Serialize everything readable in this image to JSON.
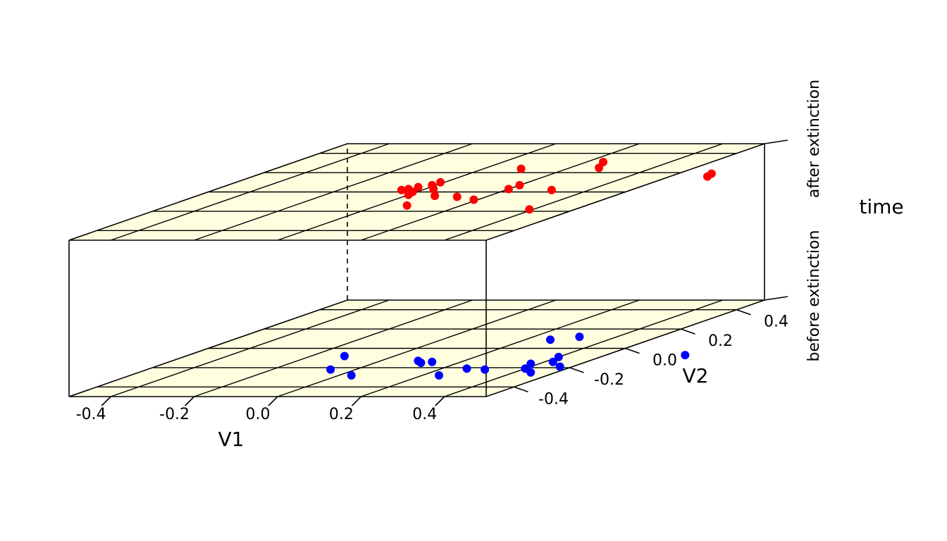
{
  "chart_data": {
    "type": "scatter",
    "title": "",
    "x_axis": {
      "label": "V1",
      "range": [
        -0.5,
        0.5
      ],
      "ticks": [
        -0.4,
        -0.2,
        0.0,
        0.2,
        0.4
      ],
      "tick_labels": [
        "-0.4",
        "-0.2",
        "0.0",
        "0.2",
        "0.4"
      ]
    },
    "y_axis": {
      "label": "V2",
      "range": [
        -0.5,
        0.5
      ],
      "ticks": [
        -0.4,
        -0.2,
        0.0,
        0.2,
        0.4
      ],
      "tick_labels": [
        "-0.4",
        "-0.2",
        "0.0",
        "0.2",
        "0.4"
      ]
    },
    "z_axis": {
      "label": "time",
      "levels": [
        "before extinction",
        "after extinction"
      ]
    },
    "plane_fill_color": "#ffffe0",
    "grid": true,
    "series": [
      {
        "level": "before extinction",
        "color": "#0000ff",
        "points": [
          {
            "x": -0.12,
            "y": -0.08
          },
          {
            "x": -0.06,
            "y": -0.22
          },
          {
            "x": 0.03,
            "y": -0.28
          },
          {
            "x": 0.09,
            "y": -0.13
          },
          {
            "x": 0.11,
            "y": -0.15
          },
          {
            "x": 0.13,
            "y": -0.14
          },
          {
            "x": 0.24,
            "y": -0.28
          },
          {
            "x": 0.26,
            "y": -0.21
          },
          {
            "x": 0.31,
            "y": -0.22
          },
          {
            "x": 0.26,
            "y": 0.09
          },
          {
            "x": 0.31,
            "y": 0.12
          },
          {
            "x": 0.38,
            "y": -0.16
          },
          {
            "x": 0.4,
            "y": -0.21
          },
          {
            "x": 0.4,
            "y": -0.09
          },
          {
            "x": 0.42,
            "y": -0.14
          },
          {
            "x": 0.44,
            "y": -0.25
          },
          {
            "x": 0.47,
            "y": -0.19
          },
          {
            "x": 0.69,
            "y": -0.07
          }
        ]
      },
      {
        "level": "after extinction",
        "color": "#ff0000",
        "points": [
          {
            "x": -0.05,
            "y": 0.02
          },
          {
            "x": -0.04,
            "y": 0.03
          },
          {
            "x": -0.03,
            "y": 0.05
          },
          {
            "x": -0.01,
            "y": 0.1
          },
          {
            "x": -0.01,
            "y": 0.07
          },
          {
            "x": -0.01,
            "y": 0.0
          },
          {
            "x": 0.0,
            "y": -0.03
          },
          {
            "x": 0.02,
            "y": 0.03
          },
          {
            "x": 0.07,
            "y": -0.14
          },
          {
            "x": 0.07,
            "y": -0.04
          },
          {
            "x": 0.09,
            "y": 0.24
          },
          {
            "x": 0.13,
            "y": -0.05
          },
          {
            "x": 0.19,
            "y": -0.08
          },
          {
            "x": 0.2,
            "y": 0.03
          },
          {
            "x": 0.2,
            "y": 0.07
          },
          {
            "x": 0.24,
            "y": 0.31
          },
          {
            "x": 0.27,
            "y": 0.25
          },
          {
            "x": 0.31,
            "y": 0.02
          },
          {
            "x": 0.39,
            "y": -0.18
          },
          {
            "x": 0.58,
            "y": 0.19
          },
          {
            "x": 0.59,
            "y": 0.16
          }
        ]
      }
    ]
  }
}
